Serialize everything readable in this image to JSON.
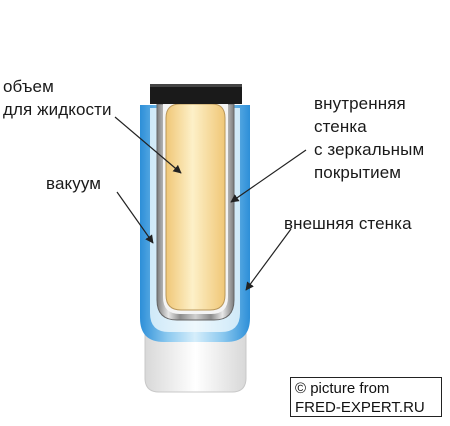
{
  "diagram": {
    "labels": {
      "liquid_volume": "объем\nдля жидкости",
      "vacuum": "вакуум",
      "inner_wall": "внутренняя\nстенка\nс зеркальным\nпокрытием",
      "outer_wall": "внешняя стенка"
    },
    "credit": {
      "line1": "© picture from",
      "line2": "FRED-EXPERT.RU"
    },
    "colors": {
      "outer_shell": "#3a9be0",
      "outer_shell_light": "#bfe3f7",
      "vacuum_fill": "#dff1fb",
      "mirror_wall": "#9a9a9a",
      "liquid": "#f6d99a",
      "lid": "#1a1a1a",
      "base": "#f2f2f2"
    }
  }
}
